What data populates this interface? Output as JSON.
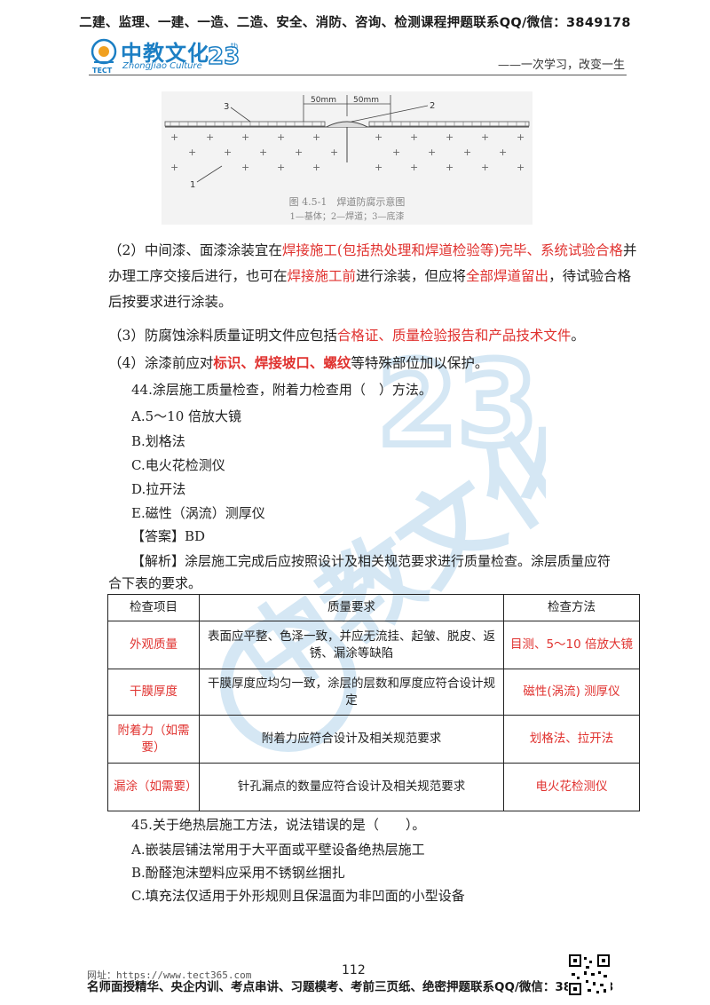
{
  "header": {
    "banner": "二建、监理、一建、一造、二造、安全、消防、咨询、检测课程押题联系QQ/微信：3849178",
    "logo_name": "中教文化",
    "logo_sub": "ZhongJiao Culture",
    "logo_tect": "TECT",
    "logo_23": "23",
    "logo_th": "th",
    "slogan": "——一次学习，改变一生"
  },
  "figure": {
    "dim_left": "50mm",
    "dim_right": "50mm",
    "label_1": "1",
    "label_2": "2",
    "label_3": "3",
    "caption": "图 4.5-1　焊道防腐示意图",
    "legend": "1—基体；2—焊道；3—底漆"
  },
  "para2": {
    "a": "（2）中间漆、面漆涂装宜在",
    "b": "焊接施工(包括热处理和焊道检验等)完毕、系统试验合格",
    "c": "并办理工序交接后进行，也可在",
    "d": "焊接施工前",
    "e": "进行涂装，但应将",
    "f": "全部焊道留出",
    "g": "，待试验合格后按要求进行涂装。"
  },
  "para3": {
    "a": "（3）防腐蚀涂料质量证明文件应包括",
    "b": "合格证、质量检验报告和产品技术文件",
    "c": "。"
  },
  "para4": {
    "a": "（4）涂漆前应对",
    "b": "标识、焊接坡口、螺纹",
    "c": "等特殊部位加以保护。"
  },
  "q44": {
    "stem": "44.涂层施工质量检查，附着力检查用（　）方法。",
    "options": [
      "A.5～10 倍放大镜",
      "B.划格法",
      "C.电火花检测仪",
      "D.拉开法",
      "E.磁性（涡流）测厚仪"
    ],
    "answer": "【答案】BD",
    "analysis_1": "【解析】涂层施工完成后应按照设计及相关规范要求进行质量检查。涂层质量应符",
    "analysis_2": "合下表的要求。"
  },
  "table": {
    "headers": [
      "检查项目",
      "质量要求",
      "检查方法"
    ],
    "rows": [
      [
        "外观质量",
        "表面应平整、色泽一致，并应无流挂、起皱、脱皮、返锈、漏涂等缺陷",
        "目测、5～10 倍放大镜"
      ],
      [
        "干膜厚度",
        "干膜厚度应均匀一致，涂层的层数和厚度应符合设计规定",
        "磁性(涡流) 测厚仪"
      ],
      [
        "附着力（如需要）",
        "附着力应符合设计及相关规范要求",
        "划格法、拉开法"
      ],
      [
        "漏涂（如需要）",
        "针孔漏点的数量应符合设计及相关规范要求",
        "电火花检测仪"
      ]
    ]
  },
  "q45": {
    "stem": "45.关于绝热层施工方法，说法错误的是（　　）。",
    "options": [
      "A.嵌装层铺法常用于大平面或平壁设备绝热层施工",
      "B.酚醛泡沫塑料应采用不锈钢丝捆扎",
      "C.填充法仅适用于外形规则且保温面为非凹面的小型设备"
    ]
  },
  "footer": {
    "url": "网址：https://www.tect365.com",
    "text": "名师面授精华、央企内训、考点串讲、习题模考、考前三页纸、绝密押题联系QQ/微信：3849178",
    "page": "112"
  },
  "colors": {
    "red": "#e0322f",
    "brand_blue": "#1c7fc4"
  }
}
